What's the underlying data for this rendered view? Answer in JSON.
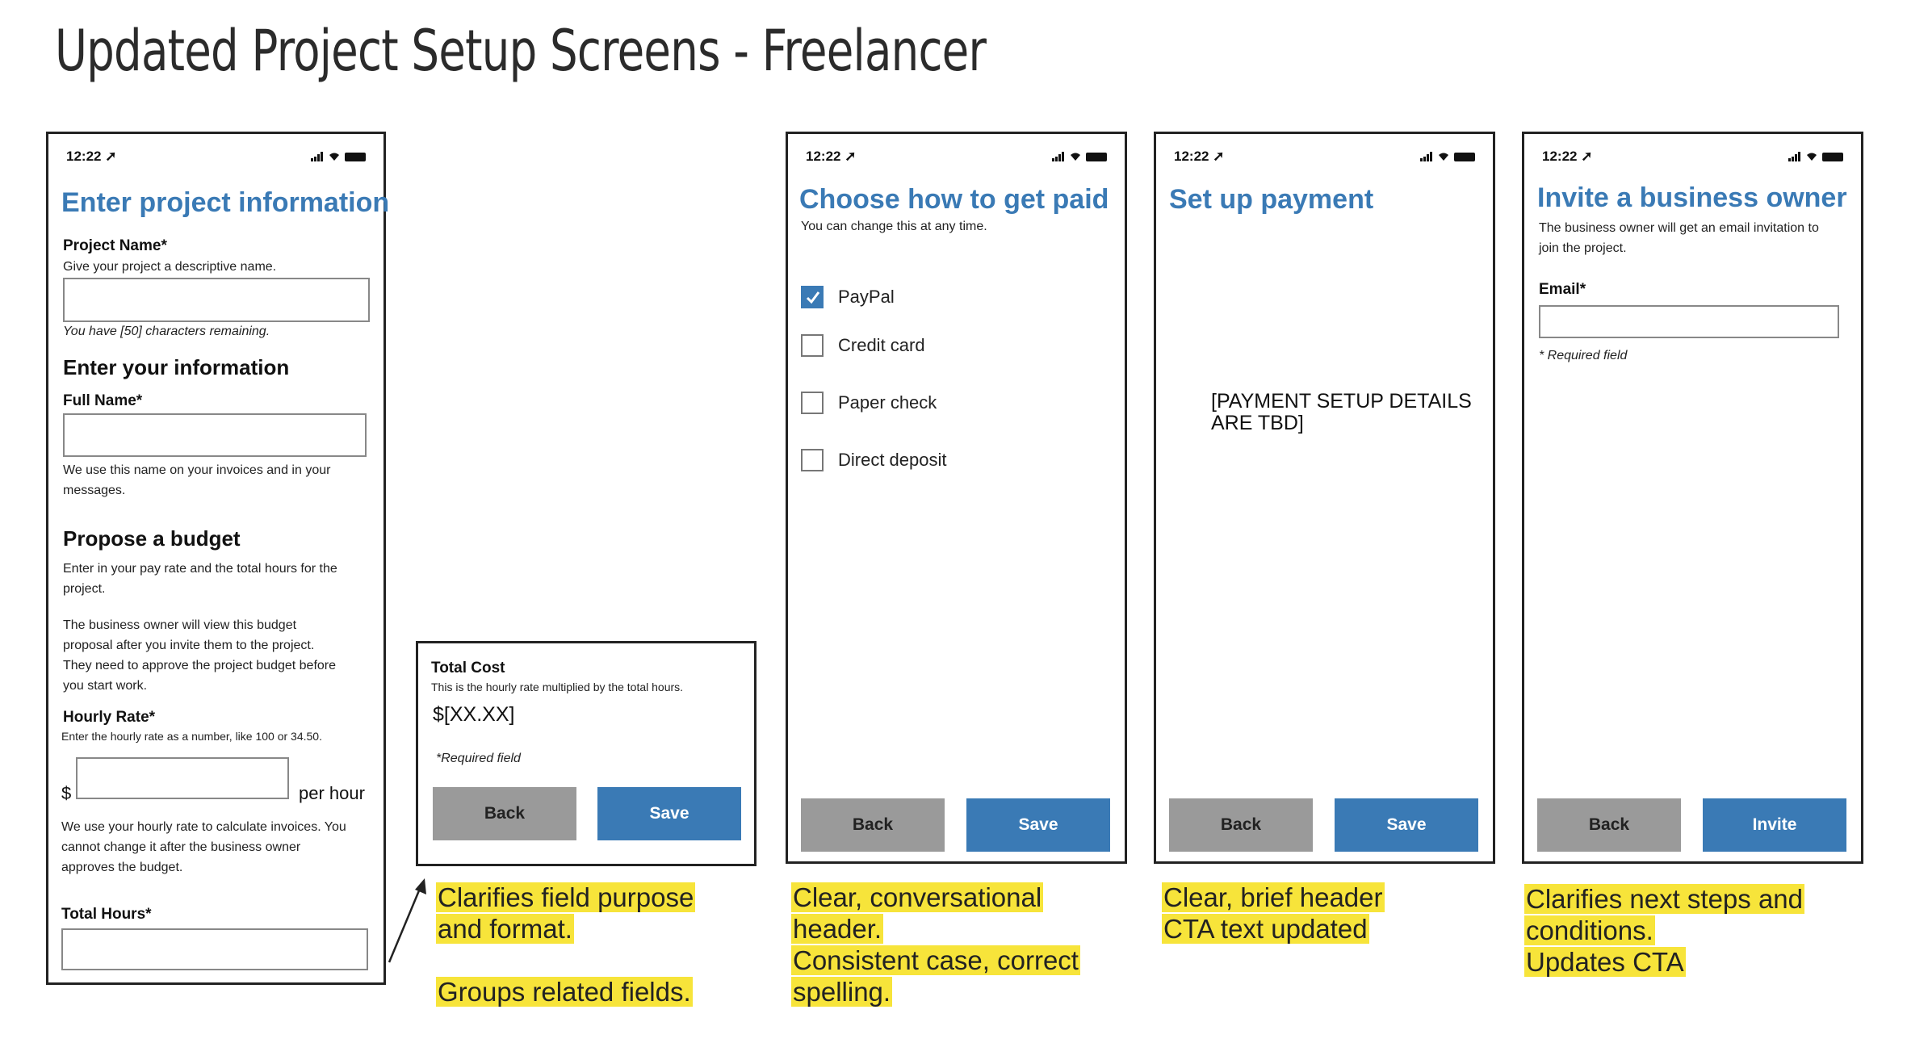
{
  "title": "Updated Project Setup Screens - Freelancer",
  "status_time": "12:22",
  "screen1": {
    "heading": "Enter project information",
    "project_name_label": "Project Name*",
    "project_name_help": "Give your project a descriptive name.",
    "chars_remaining": "You have [50] characters remaining.",
    "your_info_heading": "Enter your information",
    "full_name_label": "Full Name*",
    "full_name_help_1": "We use this name on your invoices and in your",
    "full_name_help_2": "messages.",
    "budget_heading": "Propose a budget",
    "budget_help_1": "Enter in your pay rate and the total hours for the",
    "budget_help_2": "project.",
    "budget_note_1": "The business owner will view this budget",
    "budget_note_2": "proposal after you invite them to the project.",
    "budget_note_3": "They need to approve the project budget before",
    "budget_note_4": "you start work.",
    "hourly_label": "Hourly Rate*",
    "hourly_help": "Enter the hourly rate as a number, like 100 or 34.50.",
    "currency": "$",
    "per_hour": "per hour",
    "hourly_note_1": "We use your hourly rate to calculate invoices. You",
    "hourly_note_2": "cannot change it after the business owner",
    "hourly_note_3": "approves the budget.",
    "total_hours_label": "Total Hours*"
  },
  "screen1b": {
    "total_cost_label": "Total Cost",
    "total_cost_help": "This is the hourly rate multiplied by the total hours.",
    "total_cost_value": "$[XX.XX]",
    "required": "*Required field",
    "back": "Back",
    "save": "Save"
  },
  "screen2": {
    "heading": "Choose how to get paid",
    "subheading": "You can change this at any time.",
    "options": [
      {
        "label": "PayPal",
        "checked": true
      },
      {
        "label": "Credit card",
        "checked": false
      },
      {
        "label": "Paper check",
        "checked": false
      },
      {
        "label": "Direct deposit",
        "checked": false
      }
    ],
    "back": "Back",
    "save": "Save"
  },
  "screen3": {
    "heading": "Set up payment",
    "placeholder_1": "[PAYMENT SETUP DETAILS",
    "placeholder_2": "ARE TBD]",
    "back": "Back",
    "save": "Save"
  },
  "screen4": {
    "heading": "Invite a business owner",
    "help_1": "The business owner will get an email invitation to",
    "help_2": "join the project.",
    "email_label": "Email*",
    "required": "* Required field",
    "back": "Back",
    "invite": "Invite"
  },
  "notes": {
    "n1": [
      "Clarifies field purpose",
      "and format.",
      "",
      "Groups related fields."
    ],
    "n2": [
      "Clear, conversational",
      "header.",
      "Consistent case, correct",
      "spelling."
    ],
    "n3": [
      "Clear, brief header",
      "CTA text updated"
    ],
    "n4": [
      "Clarifies next steps and",
      "conditions.",
      "Updates CTA"
    ]
  },
  "colors": {
    "accent": "#3a7ab5",
    "highlight": "#f7e43a",
    "button_gray": "#9a9a9a"
  },
  "icons": [
    "location-arrow-icon",
    "signal-icon",
    "wifi-icon",
    "battery-icon",
    "checkmark-icon"
  ]
}
